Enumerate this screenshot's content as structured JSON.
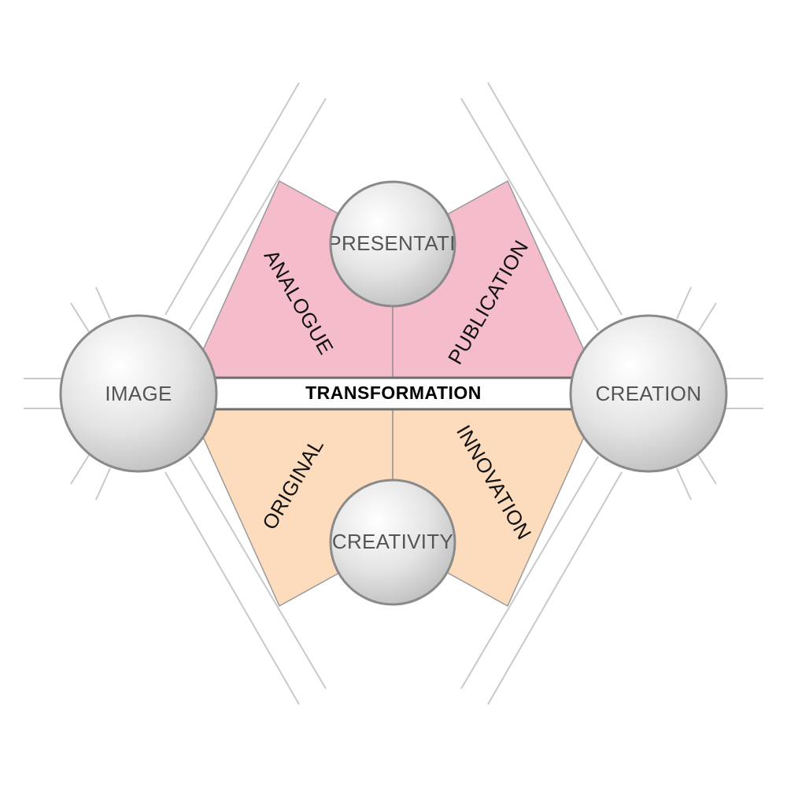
{
  "diagram": {
    "colors": {
      "upper_fill": "#f5bccb",
      "lower_fill": "#fcdcbd",
      "band_fill": "#ffffff",
      "band_stroke": "#6d6d6d",
      "outline": "#9a9a9a",
      "sphere_light": "#ffffff",
      "sphere_dark": "#bdbdbd",
      "sphere_stroke": "#8a8a8a"
    },
    "band_label": "TRANSFORMATION",
    "nodes": {
      "left": "IMAGE",
      "right": "CREATION",
      "top": "EPRESENTATIO",
      "bottom": "CREATIVITY"
    },
    "segments": {
      "upper_left": "ANALOGUE",
      "upper_right": "PUBLICATION",
      "lower_left": "ORIGINAL",
      "lower_right": "INNOVATION"
    }
  }
}
